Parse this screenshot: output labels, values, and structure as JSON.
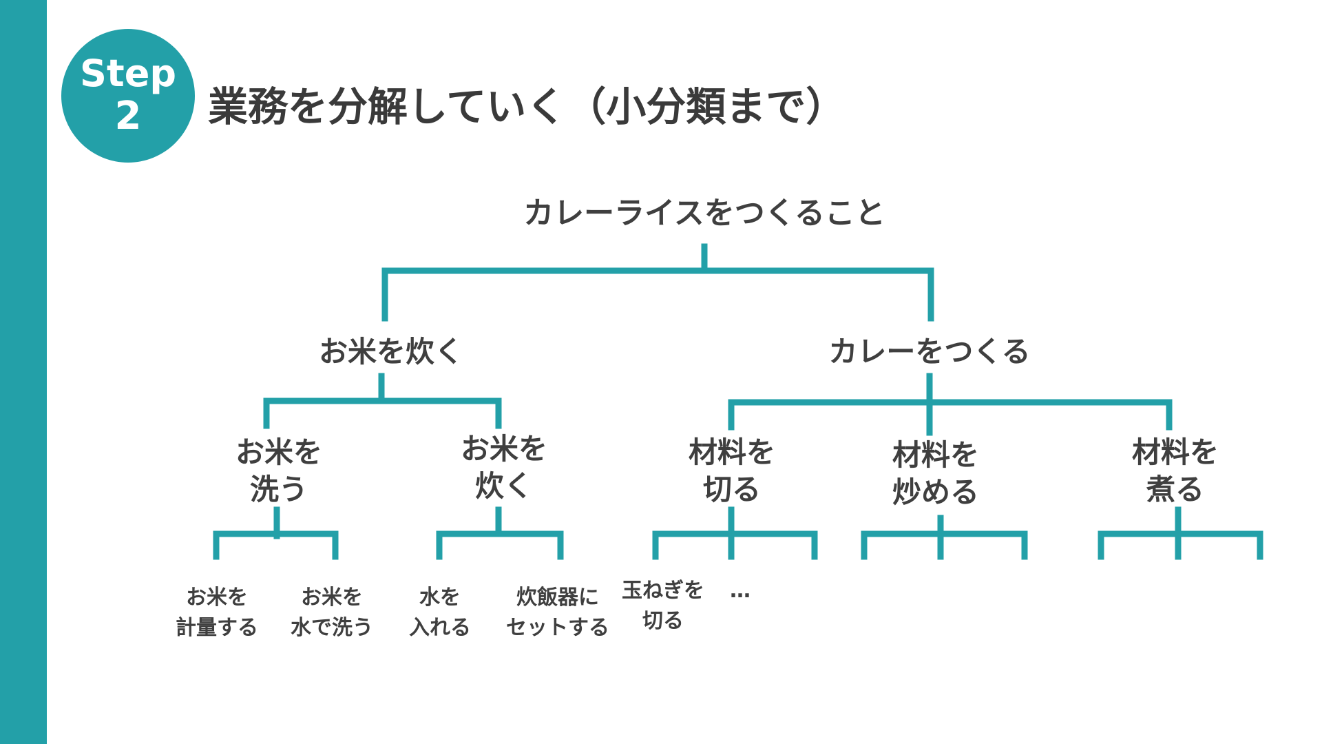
{
  "slide": {
    "step_word": "Step",
    "step_number": "2",
    "title": "業務を分解していく（小分類まで）"
  },
  "tree": {
    "root": "カレーライスをつくること",
    "level1": [
      "お米を炊く",
      "カレーをつくる"
    ],
    "level2": [
      "お米を\n洗う",
      "お米を\n炊く",
      "材料を\n切る",
      "材料を\n炒める",
      "材料を\n煮る"
    ],
    "level3": [
      "お米を\n計量する",
      "お米を\n水で洗う",
      "水を\n入れる",
      "炊飯器に\nセットする",
      "玉ねぎを\n切る",
      "…"
    ]
  },
  "colors": {
    "accent": "#23a0a8",
    "text": "#3f3f3f",
    "background": "#ffffff"
  }
}
